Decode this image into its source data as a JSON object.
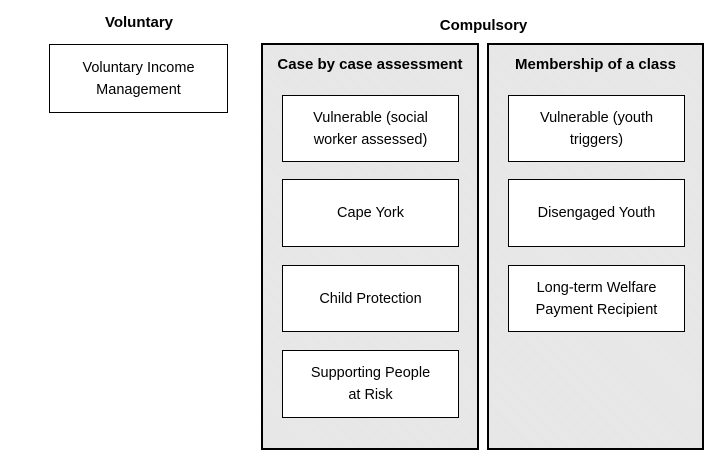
{
  "diagram": {
    "title_context": "Income management streams",
    "voluntary": {
      "heading": "Voluntary",
      "box": "Voluntary Income\nManagement"
    },
    "compulsory": {
      "heading": "Compulsory",
      "panels": [
        {
          "header": "Case by case assessment",
          "boxes": [
            "Vulnerable (social\nworker assessed)",
            "Cape York",
            "Child Protection",
            "Supporting People\nat Risk"
          ]
        },
        {
          "header": "Membership of a class",
          "boxes": [
            "Vulnerable (youth\ntriggers)",
            "Disengaged Youth",
            "Long-term Welfare\nPayment Recipient"
          ]
        }
      ]
    },
    "colors": {
      "background": "#ffffff",
      "panel_fill": "#e9e9e9",
      "border": "#000000",
      "text": "#000000"
    }
  }
}
